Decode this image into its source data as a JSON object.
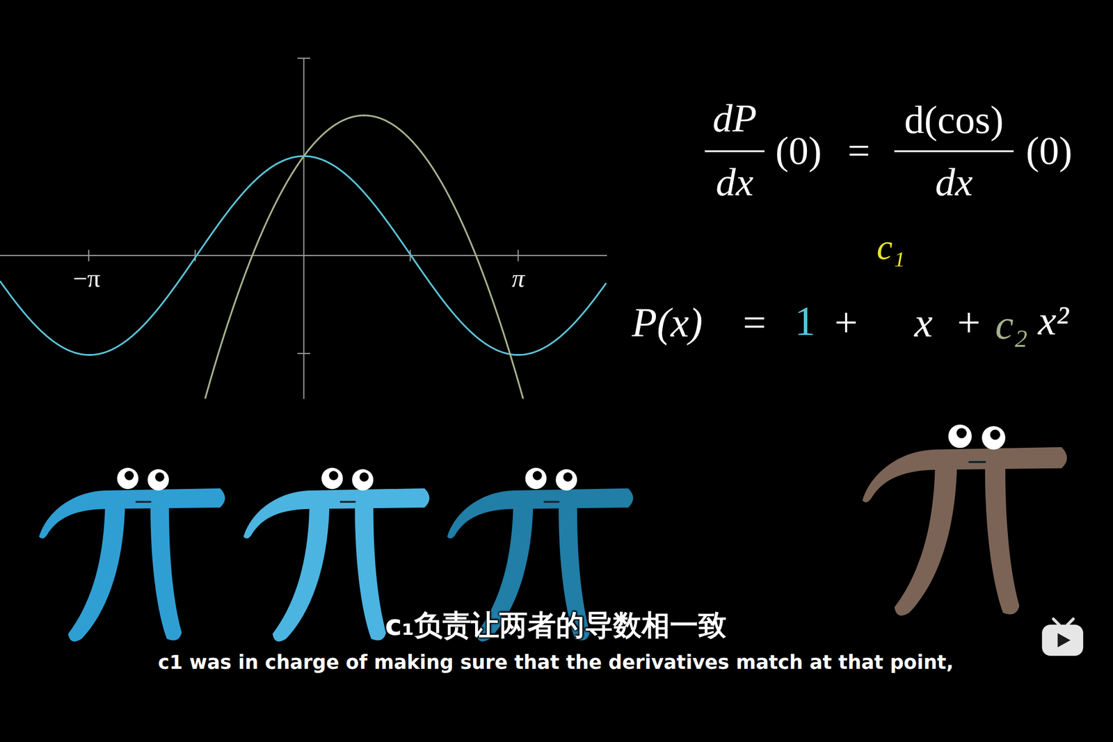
{
  "diagram": {
    "labels": [
      "−π",
      "π",
      "dP",
      "dx",
      "(0)",
      "=",
      "d(cos)",
      "dx",
      "(0)",
      "c₁",
      "P(x)",
      "=",
      "1",
      "+",
      "x",
      "+",
      "c₂",
      "x²",
      "c₁负责让两者的导数相一致",
      "c1 was in charge of making sure that the derivatives match at that point,"
    ]
  }
}
